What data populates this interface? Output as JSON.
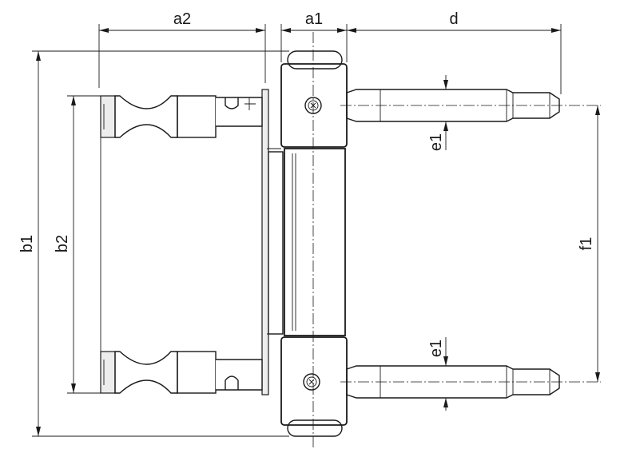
{
  "dimensions": {
    "a2": "a2",
    "a1": "a1",
    "d": "d",
    "b1": "b1",
    "b2": "b2",
    "e1_top": "e1",
    "e1_bottom": "e1",
    "f1": "f1"
  },
  "colors": {
    "ink": "#1a1a1a",
    "metal": "#d9d9d9",
    "background": "#ffffff"
  }
}
